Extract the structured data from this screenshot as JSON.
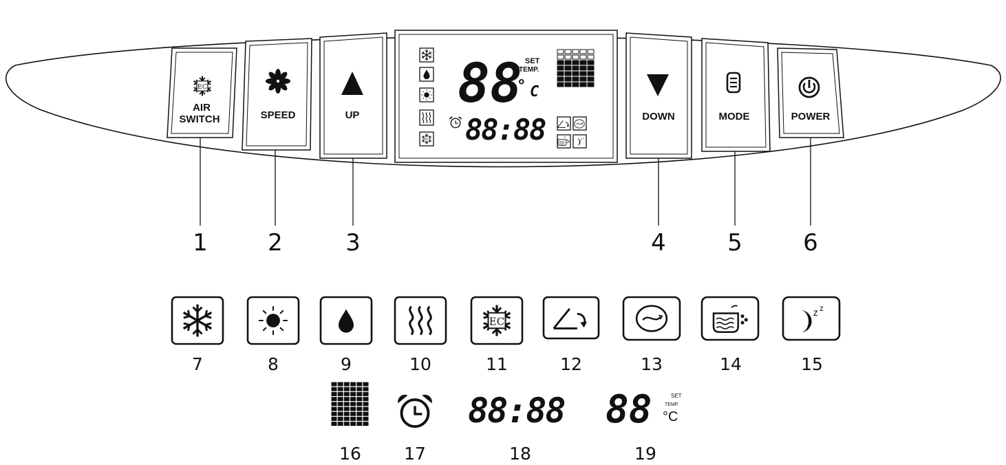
{
  "panel": {
    "buttons": [
      {
        "id": "air-switch",
        "line1": "AIR",
        "line2": "SWITCH",
        "callout": "1",
        "icon": "ec-snowflake-icon"
      },
      {
        "id": "speed",
        "line1": "SPEED",
        "line2": "",
        "callout": "2",
        "icon": "fan-icon"
      },
      {
        "id": "up",
        "line1": "UP",
        "line2": "",
        "callout": "3",
        "icon": "triangle-up-icon"
      },
      {
        "id": "down",
        "line1": "DOWN",
        "line2": "",
        "callout": "4",
        "icon": "triangle-down-icon"
      },
      {
        "id": "mode",
        "line1": "MODE",
        "line2": "",
        "callout": "5",
        "icon": "mode-icon"
      },
      {
        "id": "power",
        "line1": "POWER",
        "line2": "",
        "callout": "6",
        "icon": "power-icon"
      }
    ],
    "display": {
      "temp_digits": "88",
      "set_label": "SET",
      "temp_label": "TEMP.",
      "unit_symbol": "°",
      "unit_letter": "C",
      "time_digits": "88:88"
    }
  },
  "legend": {
    "icons": [
      {
        "num": "7",
        "icon": "cool-snowflake-icon"
      },
      {
        "num": "8",
        "icon": "sun-heat-icon"
      },
      {
        "num": "9",
        "icon": "water-drop-icon"
      },
      {
        "num": "10",
        "icon": "heater-waves-icon"
      },
      {
        "num": "11",
        "icon": "ec-snowflake-icon"
      },
      {
        "num": "12",
        "icon": "swing-icon"
      },
      {
        "num": "13",
        "icon": "circulation-icon"
      },
      {
        "num": "14",
        "icon": "humidifier-icon"
      },
      {
        "num": "15",
        "icon": "sleep-moon-icon"
      }
    ],
    "elements": [
      {
        "num": "16",
        "icon": "dot-matrix-icon"
      },
      {
        "num": "17",
        "icon": "alarm-clock-icon"
      },
      {
        "num": "18",
        "digits": "88:88"
      },
      {
        "num": "19",
        "digits": "88",
        "set_label": "SET",
        "temp_label": "TEMP.",
        "unit": "°C"
      }
    ]
  }
}
